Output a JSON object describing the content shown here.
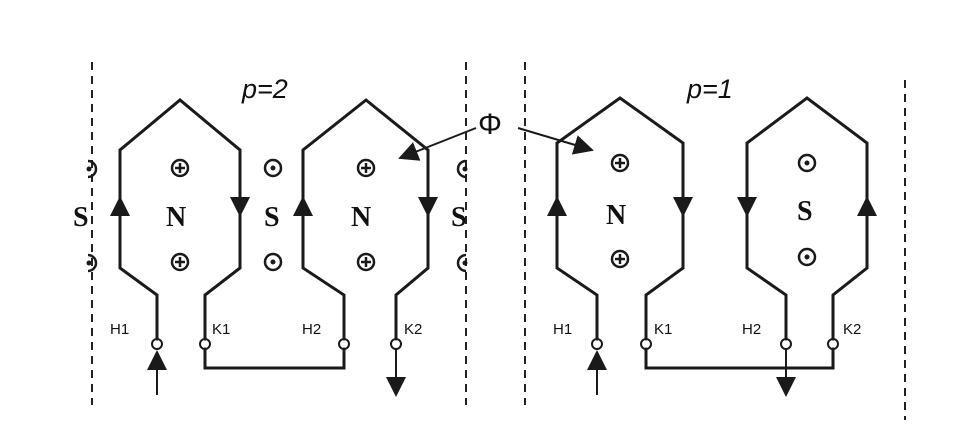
{
  "left_scheme": {
    "pole_pairs_label": {
      "prefix": "p",
      "suffix": "=2"
    },
    "poles": [
      "S",
      "N",
      "S",
      "N",
      "S"
    ],
    "terminals": [
      "H1",
      "K1",
      "H2",
      "K2"
    ]
  },
  "right_scheme": {
    "pole_pairs_label": {
      "prefix": "p",
      "suffix": "=1"
    },
    "poles": [
      "N",
      "S"
    ],
    "terminals": [
      "H1",
      "K1",
      "H2",
      "K2"
    ]
  },
  "flux_label": "Φ"
}
